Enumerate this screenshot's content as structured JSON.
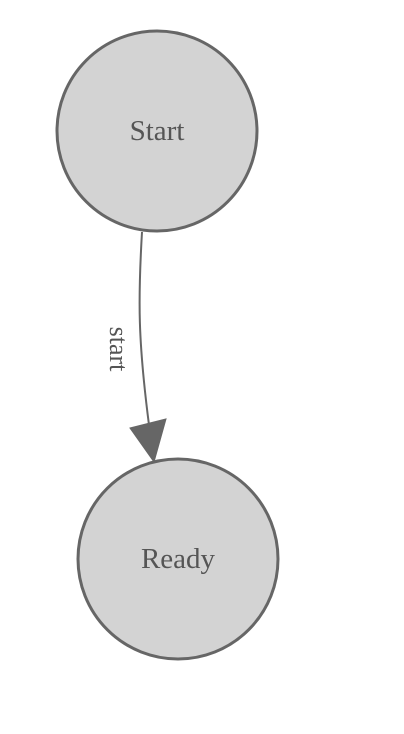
{
  "nodes": [
    {
      "id": "start",
      "label": "Start"
    },
    {
      "id": "ready",
      "label": "Ready"
    }
  ],
  "edges": [
    {
      "from": "start",
      "to": "ready",
      "label": "start"
    }
  ],
  "colors": {
    "node_fill": "#d3d3d3",
    "node_stroke": "#666666",
    "edge": "#666666",
    "text": "#555555",
    "background": "#ffffff"
  }
}
